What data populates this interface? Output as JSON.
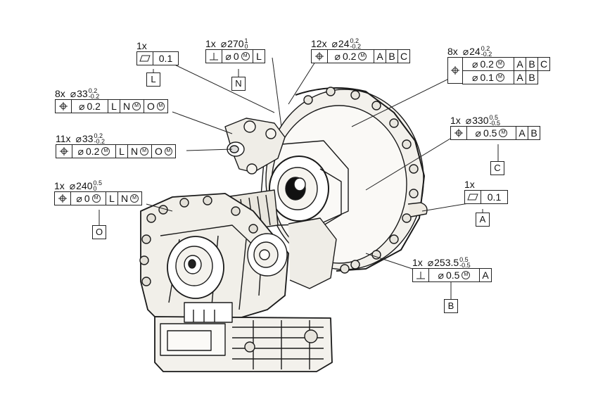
{
  "callouts": {
    "flat_l": {
      "qty": "1x",
      "value": "0.1"
    },
    "perp_n": {
      "qty": "1x",
      "nominal": "270",
      "upper": "1",
      "lower": "0",
      "value": "0",
      "mod": "M",
      "refs": [
        "L"
      ]
    },
    "pos_12x": {
      "qty": "12x",
      "nominal": "24",
      "upper": "0.2",
      "lower": "-0.2",
      "value": "0.2",
      "mod": "M",
      "refs": [
        "A",
        "B",
        "C"
      ]
    },
    "pos_8x_24": {
      "qty": "8x",
      "nominal": "24",
      "upper": "0.2",
      "lower": "-0.2",
      "rows": [
        {
          "value": "0.2",
          "mod": "M",
          "refs": [
            "A",
            "B",
            "C"
          ]
        },
        {
          "value": "0.1",
          "mod": "M",
          "refs": [
            "A",
            "B"
          ]
        }
      ]
    },
    "pos_8x_33": {
      "qty": "8x",
      "nominal": "33",
      "upper": "0.2",
      "lower": "-0.2",
      "value": "0.2",
      "refs": [
        "L",
        "N",
        "O"
      ],
      "ref_mod": "M"
    },
    "pos_11x_33": {
      "qty": "11x",
      "nominal": "33",
      "upper": "0.2",
      "lower": "-0.2",
      "value": "0.2",
      "mod": "M",
      "refs": [
        "L",
        "N",
        "O"
      ],
      "ref_mod": "M"
    },
    "pos_330": {
      "qty": "1x",
      "nominal": "330",
      "upper": "0.5",
      "lower": "-0.5",
      "value": "0.5",
      "mod": "M",
      "refs": [
        "A",
        "B"
      ]
    },
    "pos_240": {
      "qty": "1x",
      "nominal": "240",
      "upper": "0.5",
      "lower": "0",
      "value": "0",
      "mod": "M",
      "refs": [
        "L",
        "N"
      ],
      "ref_mod": "M"
    },
    "flat_a": {
      "qty": "1x",
      "value": "0.1"
    },
    "perp_253": {
      "qty": "1x",
      "nominal": "253.5",
      "upper": "0.5",
      "lower": "-0.5",
      "value": "0.5",
      "mod": "M",
      "refs": [
        "A"
      ]
    }
  },
  "datums": {
    "L": "L",
    "N": "N",
    "C": "C",
    "O": "O",
    "A": "A",
    "B": "B"
  },
  "symbols": {
    "diameter": "⌀",
    "flatness_icon": "flatness-icon",
    "perpendicularity_icon": "perpendicularity-icon",
    "position_icon": "position-icon",
    "mmc_icon": "mmc-icon"
  }
}
